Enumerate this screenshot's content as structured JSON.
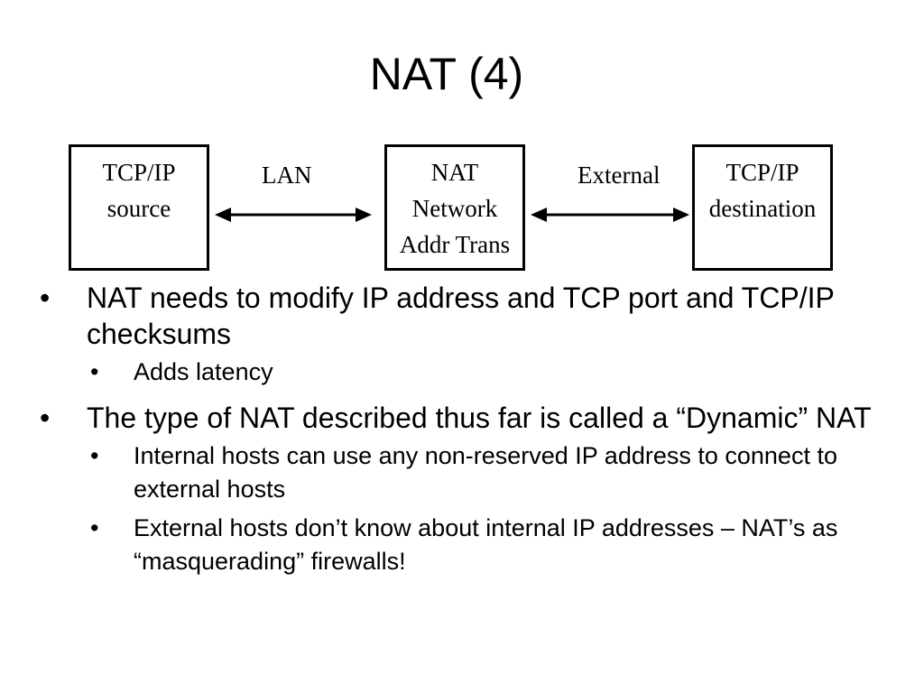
{
  "slide": {
    "title": "NAT (4)",
    "diagram": {
      "source_box": {
        "line1": "TCP/IP",
        "line2": "source"
      },
      "nat_box": {
        "line1": "NAT",
        "line2": "Network",
        "line3": "Addr Trans"
      },
      "dest_box": {
        "line1": "TCP/IP",
        "line2": "destination"
      },
      "lan_label": "LAN",
      "external_label": "External"
    },
    "bullet_glyph": "•",
    "bullets": [
      {
        "text": "NAT needs to modify IP address and TCP port and TCP/IP checksums",
        "sub": [
          "Adds latency"
        ]
      },
      {
        "text": "The type of NAT described thus far is called a “Dynamic” NAT",
        "sub": [
          "Internal hosts can use any non-reserved IP address to connect to external hosts",
          "External hosts don’t know about internal IP addresses – NAT’s as “masquerading” firewalls!"
        ]
      }
    ]
  }
}
